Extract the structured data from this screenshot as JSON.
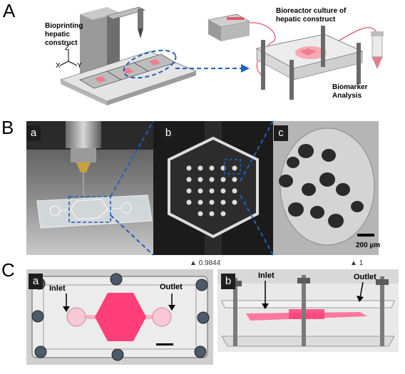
{
  "panels": {
    "A": {
      "letter": "A",
      "bioprinting_label": [
        "Bioprinting",
        "hepatic",
        "construct"
      ],
      "axis_labels": {
        "z": "Z",
        "x": "X",
        "y": "Y"
      },
      "bioreactor_label": [
        "Bioreactor culture of",
        "hepatic construct"
      ],
      "biomarker_label": [
        "Biomarker",
        "Analysis"
      ]
    },
    "B": {
      "letter": "B",
      "subpanels": [
        "a",
        "b",
        "c"
      ],
      "scale_bar": "200 µm",
      "readout_left": "▲ 0.9844",
      "readout_right": "▲ 1"
    },
    "C": {
      "letter": "C",
      "subpanels": [
        "a",
        "b"
      ],
      "left_inlet": "Inlet",
      "left_outlet": "Outlet",
      "right_inlet": "Inlet",
      "right_outlet": "Outlet"
    }
  },
  "colors": {
    "dashed_arrow": "#1f5fbf",
    "accent_pink": "#ff3f7a",
    "tubing": "#e05a6a",
    "device_gray": "#8c8c8c"
  }
}
